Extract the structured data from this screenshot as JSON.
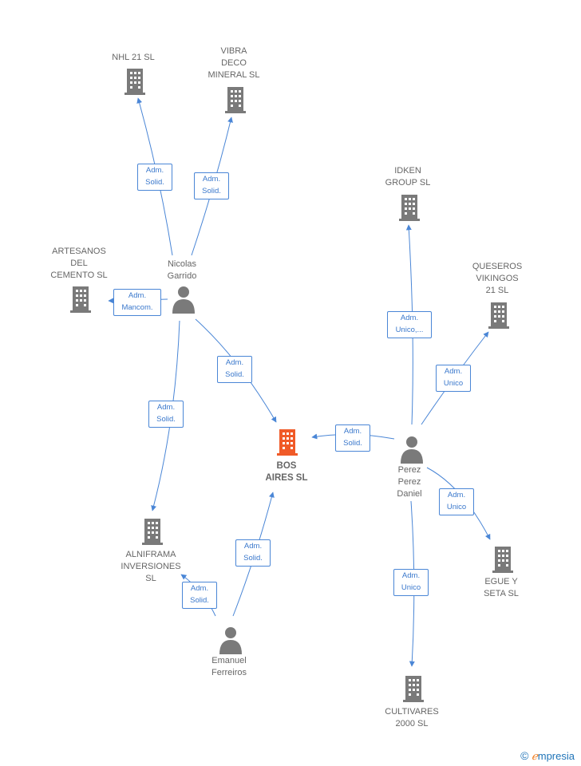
{
  "nodes": {
    "nhl21": "NHL 21  SL",
    "vibra": "VIBRA\nDECO\nMINERAL  SL",
    "idken": "IDKEN\nGROUP  SL",
    "artesanos": "ARTESANOS\nDEL\nCEMENTO SL",
    "nicolas": "Nicolas\nGarrido",
    "queseros": "QUESEROS\nVIKINGOS\n21  SL",
    "bosaires": "BOS\nAIRES  SL",
    "perez": "Perez\nPerez\nDaniel",
    "alniframa": "ALNIFRAMA\nINVERSIONES\nSL",
    "egue": "EGUE Y\nSETA  SL",
    "emanuel": "Emanuel\nFerreiros",
    "cultivares": "CULTIVARES\n2000 SL"
  },
  "edges": {
    "e1": "Adm.\nSolid.",
    "e2": "Adm.\nSolid.",
    "e3": "Adm.\nMancom.",
    "e4": "Adm.\nSolid.",
    "e5": "Adm.\nSolid.",
    "e6": "Adm.\nUnico,...",
    "e7": "Adm.\nUnico",
    "e8": "Adm.\nSolid.",
    "e9": "Adm.\nUnico",
    "e10": "Adm.\nUnico",
    "e11": "Adm.\nSolid.",
    "e12": "Adm.\nSolid."
  },
  "colors": {
    "company": "#7a7a7a",
    "main_company": "#f05a28",
    "person": "#7a7a7a",
    "edge": "#4a86d6"
  },
  "icons": {
    "company": "building-icon",
    "person": "person-icon"
  },
  "footer": {
    "copyright": "©",
    "brand_e": "ℯ",
    "brand_rest": "mpresia"
  }
}
